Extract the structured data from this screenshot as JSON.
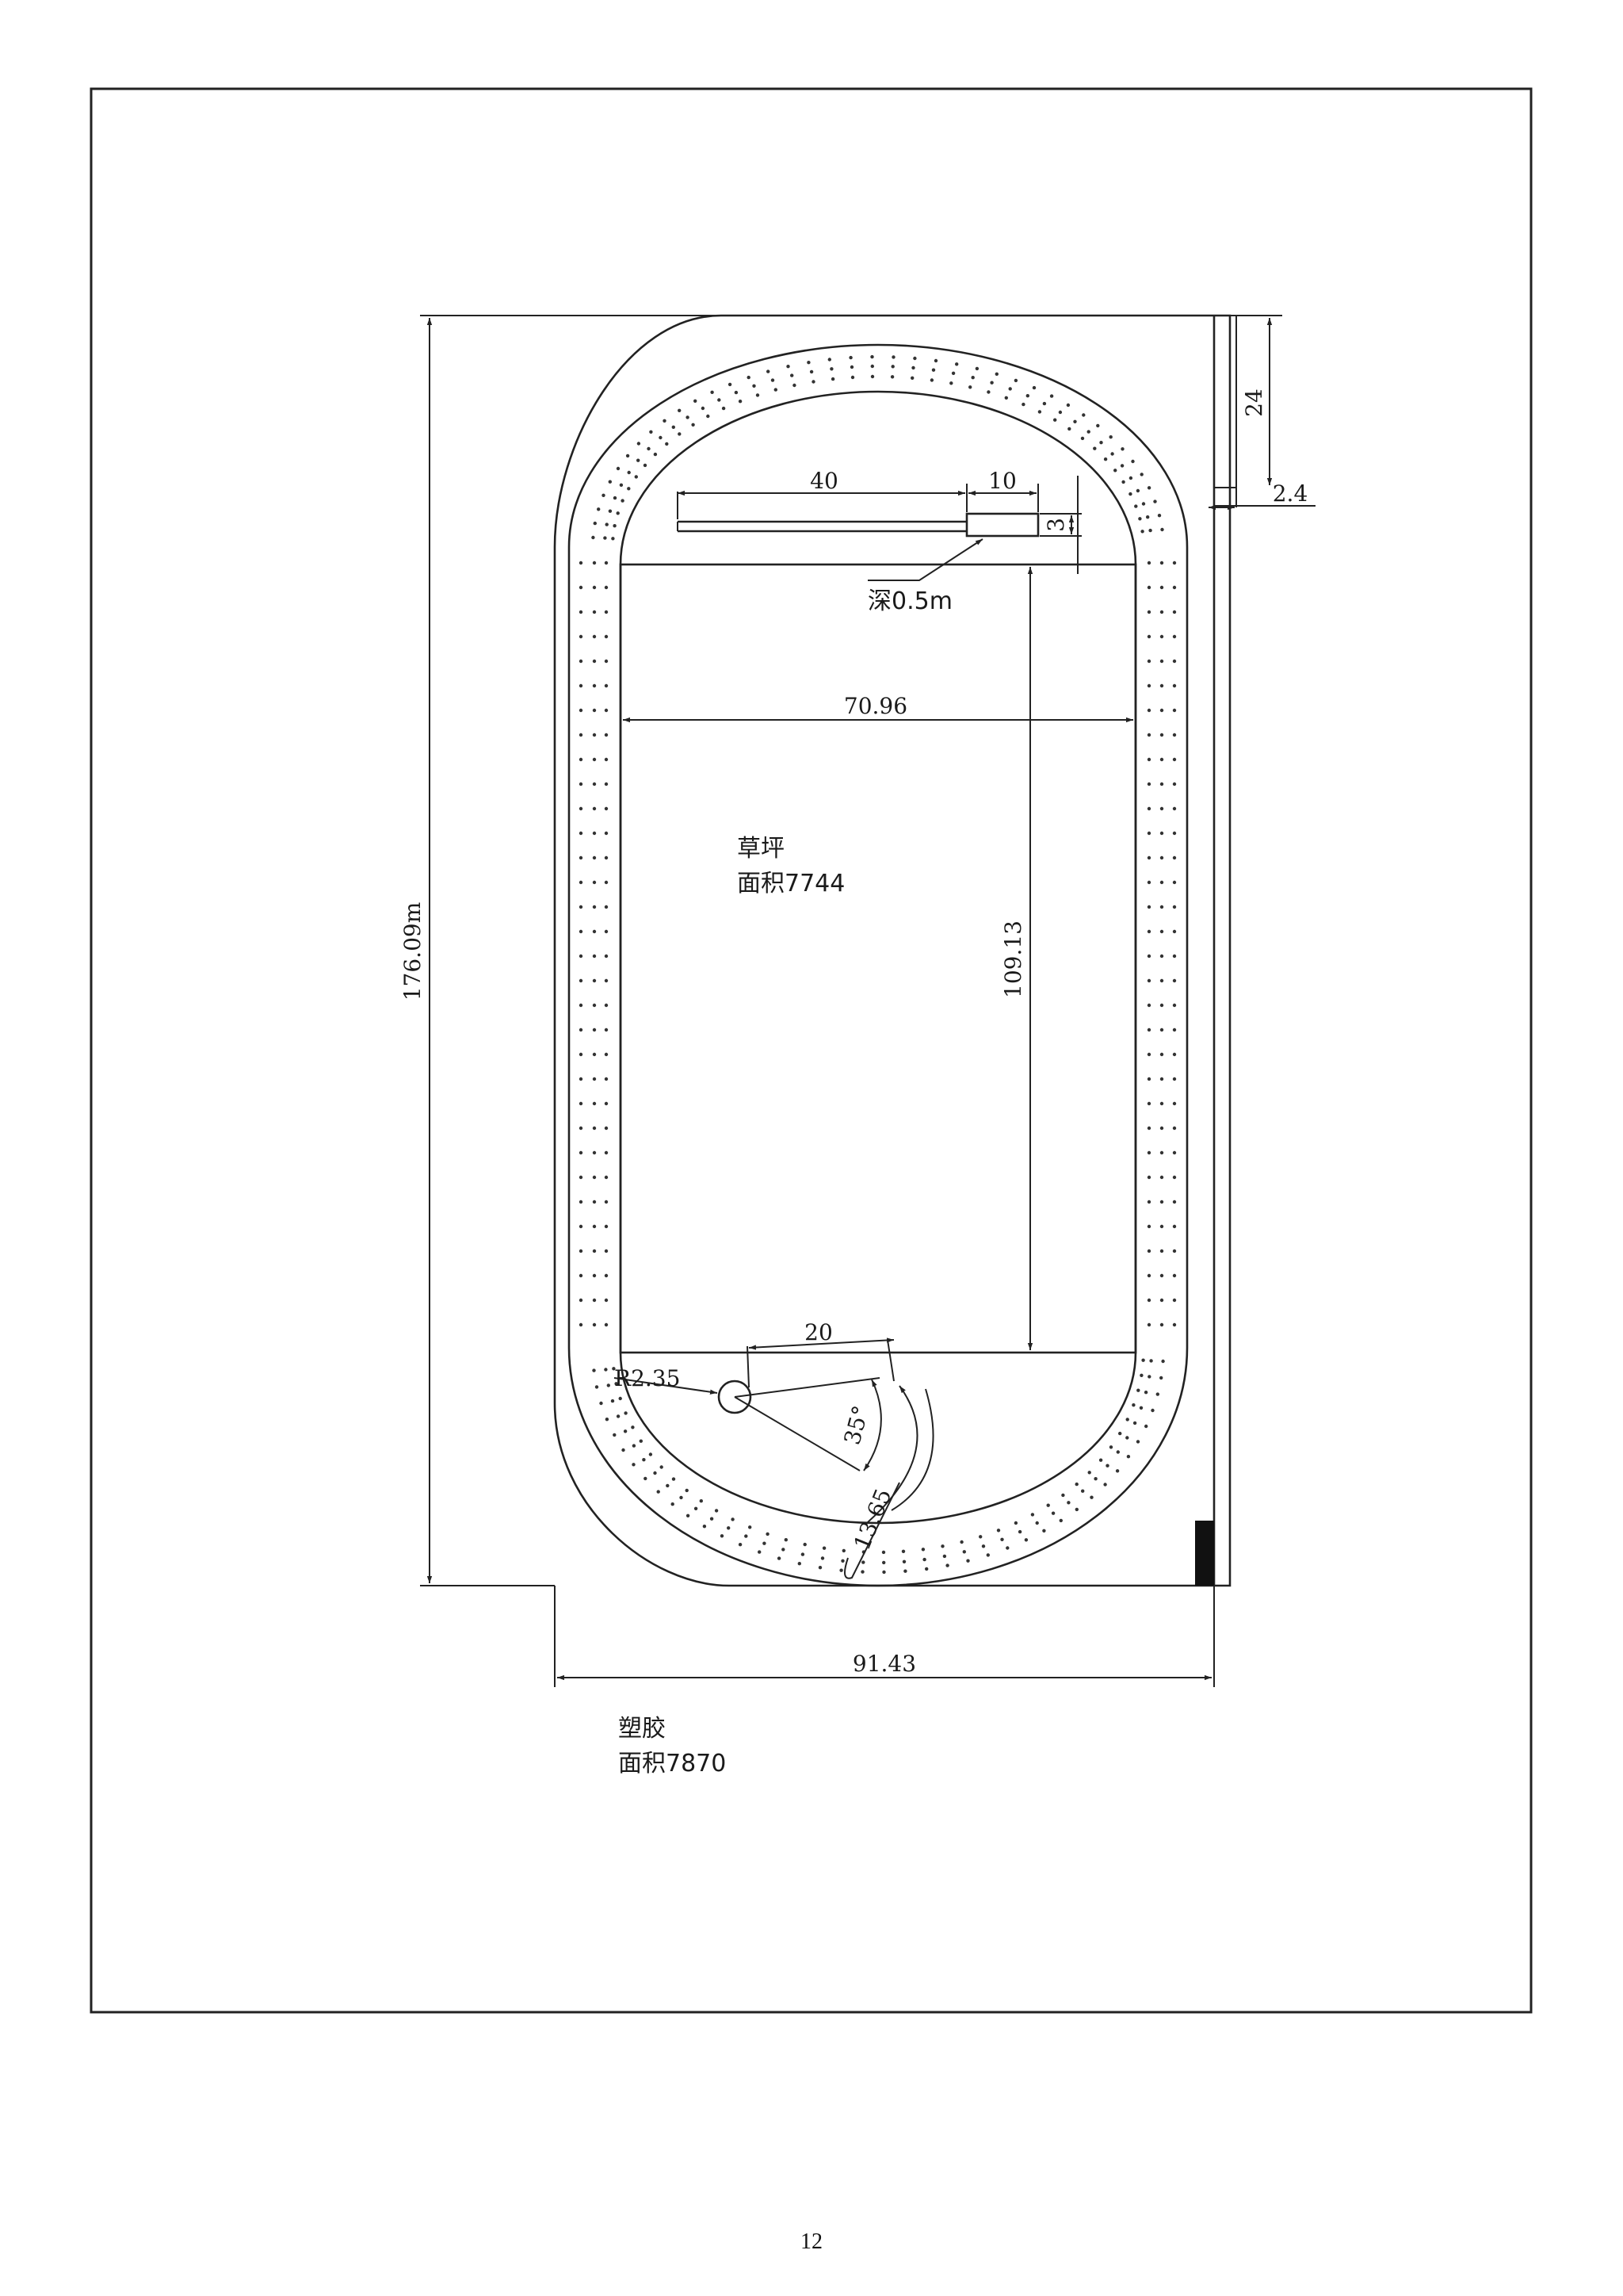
{
  "document": {
    "page_number": "12"
  },
  "dimensions": {
    "total_length": "176.09m",
    "total_width": "91.43",
    "field_width": "70.96",
    "field_length": "109.13",
    "long_jump_runway": "40",
    "long_jump_pit_length": "10",
    "long_jump_pit_width": "3",
    "offset_top": "24",
    "offset_side": "2.4",
    "throw_length": "20",
    "circle_radius": "R2.35",
    "sector_angle": "35°",
    "arc_radius": "13.65"
  },
  "labels": {
    "pit_depth": "深0.5m",
    "grass_name": "草坪",
    "grass_area": "面积7744",
    "rubber_name": "塑胶",
    "rubber_area": "面积7870"
  }
}
